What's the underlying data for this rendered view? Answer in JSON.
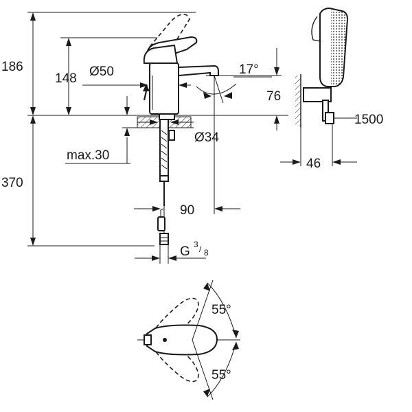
{
  "dimensions": {
    "height_total": "186",
    "height_spout": "148",
    "spout_diameter": "Ø50",
    "spout_angle": "17°",
    "spout_projection_height": "76",
    "mounting_hole": "Ø34",
    "max_deck": "max.30",
    "below_deck": "370",
    "tail_offset": "90",
    "thread_main": "G",
    "thread_num": "3",
    "thread_den": "8",
    "hose_length": "1500",
    "holder_depth": "46",
    "lever_angle_top": "55°",
    "lever_angle_bottom": "55°"
  }
}
